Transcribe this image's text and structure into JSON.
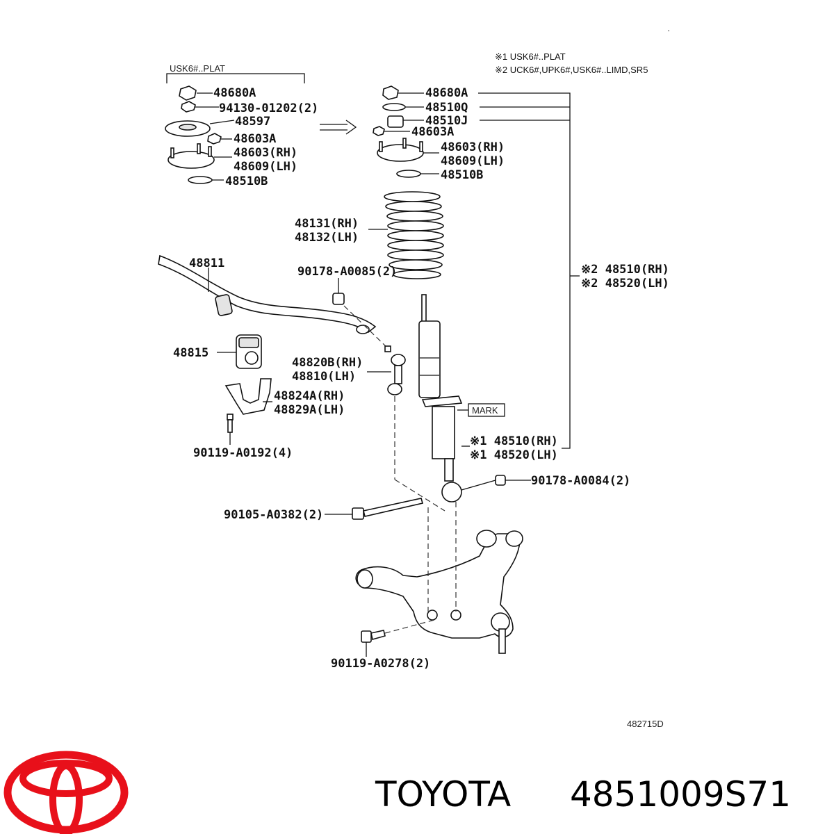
{
  "brand": {
    "name": "TOYOTA",
    "part_number": "4851009S71",
    "logo_color": "#e8101a"
  },
  "diagram_id": "482715D",
  "notes": {
    "left_group_header": "USK6#..PLAT",
    "note1": "※1   USK6#..PLAT",
    "note2": "※2   UCK6#,UPK6#,USK6#..LIMD,SR5"
  },
  "labels": {
    "l_48680a": "48680A",
    "l_94130": "94130-01202(2)",
    "l_48597": "48597",
    "l_48603a": "48603A",
    "l_48603rh": "48603(RH)",
    "l_48609lh": "48609(LH)",
    "l_48510b": "48510B",
    "r_48680a": "48680A",
    "r_48510q": "48510Q",
    "r_48510j": "48510J",
    "r_48603a": "48603A",
    "r_48603rh": "48603(RH)",
    "r_48609lh": "48609(LH)",
    "r_48510b": "48510B",
    "spring_rh": "48131(RH)",
    "spring_lh": "48132(LH)",
    "stab_bar": "48811",
    "nut_90178_a0085": "90178-A0085(2)",
    "bushing": "48815",
    "link_rh": "48820B(RH)",
    "link_lh": "48810(LH)",
    "bracket_rh": "48824A(RH)",
    "bracket_lh": "48829A(LH)",
    "bolt_90119_a0192": "90119-A0192(4)",
    "mark": "MARK",
    "abs2_rh": "※2 48510(RH)",
    "abs2_lh": "※2 48520(LH)",
    "abs1_rh": "※1 48510(RH)",
    "abs1_lh": "※1 48520(LH)",
    "nut_90178_a0084": "90178-A0084(2)",
    "bolt_90105_a0382": "90105-A0382(2)",
    "bolt_90119_a0278": "90119-A0278(2)"
  }
}
